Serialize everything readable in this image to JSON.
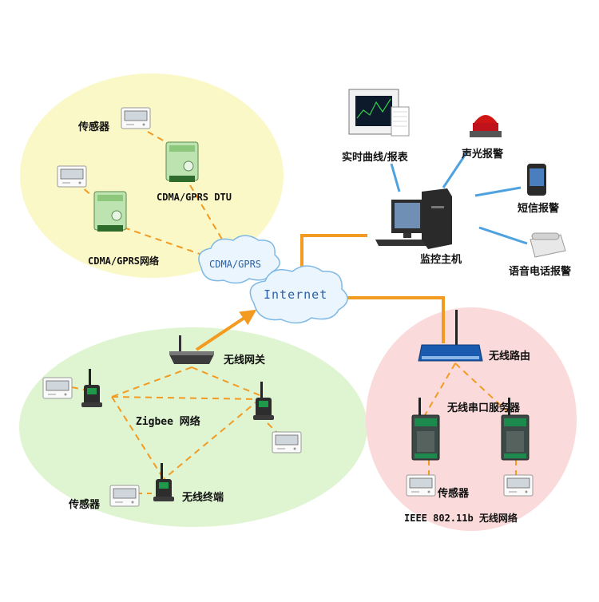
{
  "colors": {
    "yellow_zone": "#fbf8c8",
    "green_zone": "#dff5d2",
    "pink_zone": "#fadada",
    "orange_link": "#f39a21",
    "cloud_fill": "#eaf5fd",
    "cloud_stroke": "#7fb8e3",
    "cloud_text": "#2a5fa8"
  },
  "gprs_zone": {
    "sensor_label": "传感器",
    "dtu_label": "CDMA/GPRS DTU",
    "network_label": "CDMA/GPRS网络"
  },
  "clouds": {
    "gprs": "CDMA/GPRS",
    "internet": "Internet"
  },
  "monitor_zone": {
    "realtime_label": "实时曲线/报表",
    "sound_light_alarm": "声光报警",
    "sms_alarm": "短信报警",
    "host_label": "监控主机",
    "voice_alarm": "语音电话报警"
  },
  "zigbee_zone": {
    "gateway_label": "无线网关",
    "network_label": "Zigbee 网络",
    "sensor_label": "传感器",
    "terminal_label": "无线终端"
  },
  "wifi_zone": {
    "router_label": "无线路由",
    "serial_server_label": "无线串口服务器",
    "sensor_label": "传感器",
    "network_label": "IEEE 802.11b 无线网络"
  },
  "icons": [
    "sensor-icon",
    "dtu-icon",
    "cloud-icon",
    "computer-icon",
    "screen-icon",
    "alarm-light-icon",
    "phone-icon",
    "telephone-icon",
    "gateway-icon",
    "zigbee-node-icon",
    "router-icon",
    "serial-server-icon"
  ]
}
